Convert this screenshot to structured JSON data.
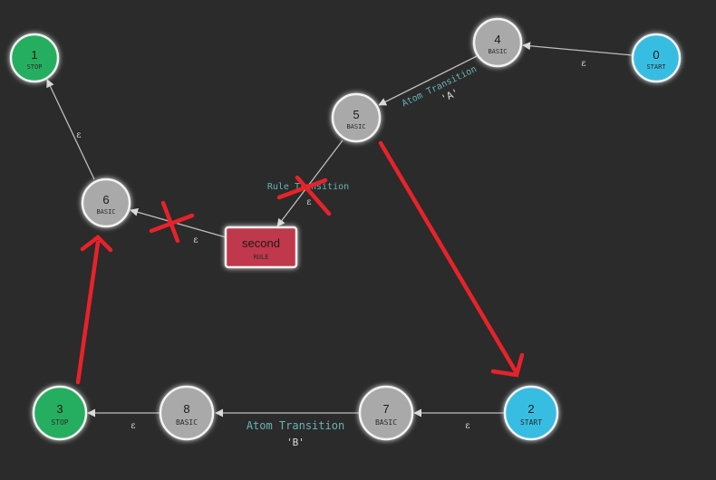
{
  "colors": {
    "background": "#2b2b2b",
    "basic": "#a9a9a9",
    "start": "#38bde2",
    "stop": "#27ae60",
    "rule": "#c0394b",
    "edge": "#bdbdbd",
    "annotation": "#e8222a",
    "label": "#69b3b3"
  },
  "nodes": {
    "n0": {
      "id": "0",
      "type": "START"
    },
    "n1": {
      "id": "1",
      "type": "STOP"
    },
    "n2": {
      "id": "2",
      "type": "START"
    },
    "n3": {
      "id": "3",
      "type": "STOP"
    },
    "n4": {
      "id": "4",
      "type": "BASIC"
    },
    "n5": {
      "id": "5",
      "type": "BASIC"
    },
    "n6": {
      "id": "6",
      "type": "BASIC"
    },
    "n7": {
      "id": "7",
      "type": "BASIC"
    },
    "n8": {
      "id": "8",
      "type": "BASIC"
    },
    "rule": {
      "name": "second",
      "type": "RULE"
    }
  },
  "edges": {
    "e0_4": {
      "label": "ε"
    },
    "e4_5": {
      "label": "Atom Transition",
      "sub": "'A'"
    },
    "e5_rule": {
      "label": "Rule Transition",
      "sub": "ε"
    },
    "erule_6": {
      "label": "ε"
    },
    "e6_1": {
      "label": "ε"
    },
    "e2_7": {
      "label": "ε"
    },
    "e7_8": {
      "label": "Atom Transition",
      "sub": "'B'"
    },
    "e8_3": {
      "label": "ε"
    }
  }
}
